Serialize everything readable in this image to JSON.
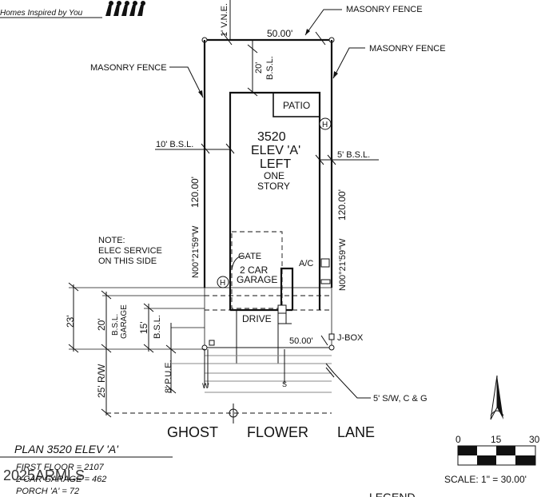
{
  "header": {
    "tagline": "Homes Inspired by You"
  },
  "labels": {
    "vne": "1' V.N.E.",
    "top_width": "50.00'",
    "masonry_fence_top": "MASONRY FENCE",
    "masonry_fence_right": "MASONRY FENCE",
    "masonry_fence_left": "MASONRY FENCE",
    "rear_setback_value": "20'",
    "rear_setback_label": "B.S.L.",
    "patio": "PATIO",
    "plan_number": "3520",
    "elev": "ELEV 'A'",
    "orientation": "LEFT",
    "story_1": "ONE",
    "story_2": "STORY",
    "left_bsl": "10' B.S.L.",
    "right_bsl": "5' B.S.L.",
    "left_depth": "120.00'",
    "left_bearing": "N00°21'59\"W",
    "right_depth": "120.00'",
    "right_bearing": "N00°21'59\"W",
    "note_1": "NOTE:",
    "note_2": "ELEC SERVICE",
    "note_3": "ON THIS SIDE",
    "gate": "GATE",
    "garage_1": "2 CAR",
    "garage_2": "GARAGE",
    "ac": "A/C",
    "h_symbol": "H",
    "drive": "DRIVE",
    "bottom_width": "50.00'",
    "jbox": "J-BOX",
    "dim_23": "23'",
    "dim_20": "20'",
    "bsl_garage_1": "B.S.L.",
    "bsl_garage_2": "GARAGE",
    "dim_15": "15'",
    "bsl_15": "B.S.L.",
    "pue": "8' P.U.E.",
    "rw": "25' R/W",
    "w_marker": "W",
    "s_marker": "S",
    "sidewalk": "5' S/W, C & G",
    "street_1": "GHOST",
    "street_2": "FLOWER",
    "street_3": "LANE"
  },
  "plan_info": {
    "title": "PLAN 3520 ELEV 'A'",
    "first_floor": "FIRST FLOOR = 2107",
    "garage": "2 CAR GARAGE = 462",
    "porch": "PORCH 'A' = 72",
    "watermark": "2025ARMLS"
  },
  "scale": {
    "tick_0": "0",
    "tick_15": "15",
    "tick_30": "30",
    "label": "SCALE: 1\" = 30.00'"
  },
  "legend": {
    "title": "LEGEND"
  }
}
